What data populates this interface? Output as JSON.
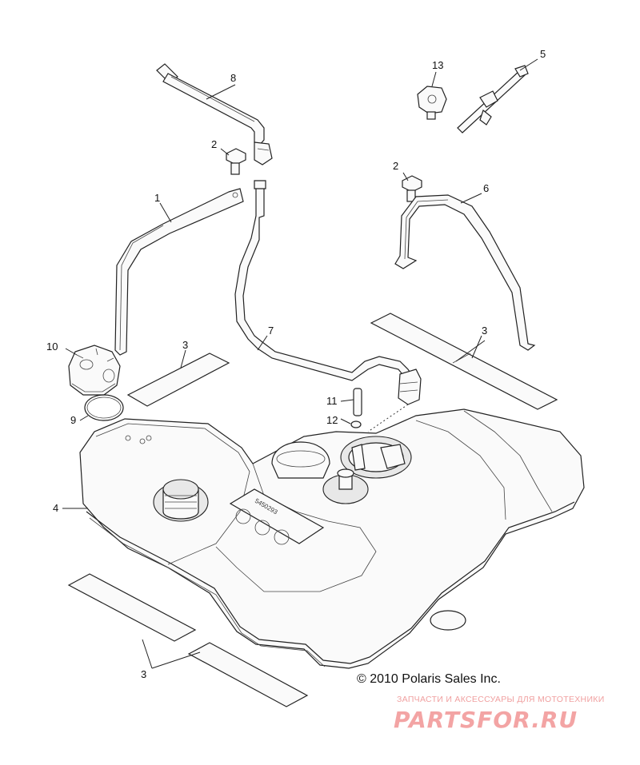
{
  "callouts": {
    "c1": "1",
    "c2a": "2",
    "c2b": "2",
    "c3a": "3",
    "c3b": "3",
    "c3c": "3",
    "c4": "4",
    "c5": "5",
    "c6": "6",
    "c7": "7",
    "c8": "8",
    "c9": "9",
    "c10": "10",
    "c11": "11",
    "c12": "12",
    "c13": "13"
  },
  "copyright": "© 2010 Polaris Sales Inc.",
  "watermark": {
    "tagline": "ЗАПЧАСТИ И АКСЕССУАРЫ ДЛЯ МОТОТЕХНИКИ",
    "brand": "PARTSFOR.RU"
  },
  "tank_label": "5450293"
}
